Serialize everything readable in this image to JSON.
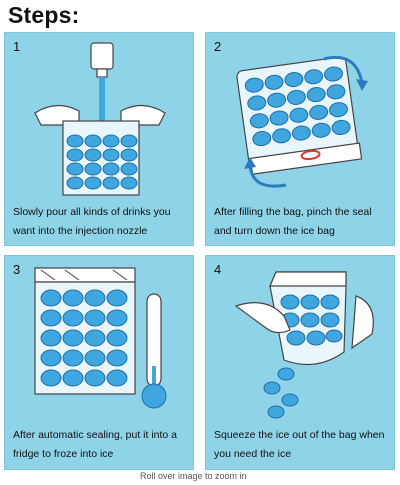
{
  "title": "Steps:",
  "steps": [
    {
      "number": "1",
      "caption": "Slowly pour all kinds of drinks you want into the injection nozzle"
    },
    {
      "number": "2",
      "caption": "After filling the bag, pinch the seal and turn down the ice bag"
    },
    {
      "number": "3",
      "caption": "After automatic sealing, put it into a fridge to froze into ice"
    },
    {
      "number": "4",
      "caption": "Squeeze the ice out of the bag when you need the ice"
    }
  ],
  "footer": "Roll over image to zoom in",
  "colors": {
    "panel": "#8fd3e8",
    "bubble": "#3fa6e0",
    "bubble_edge": "#1f6fa3",
    "arrow": "#2b7bbd",
    "seal": "#e0362b"
  }
}
